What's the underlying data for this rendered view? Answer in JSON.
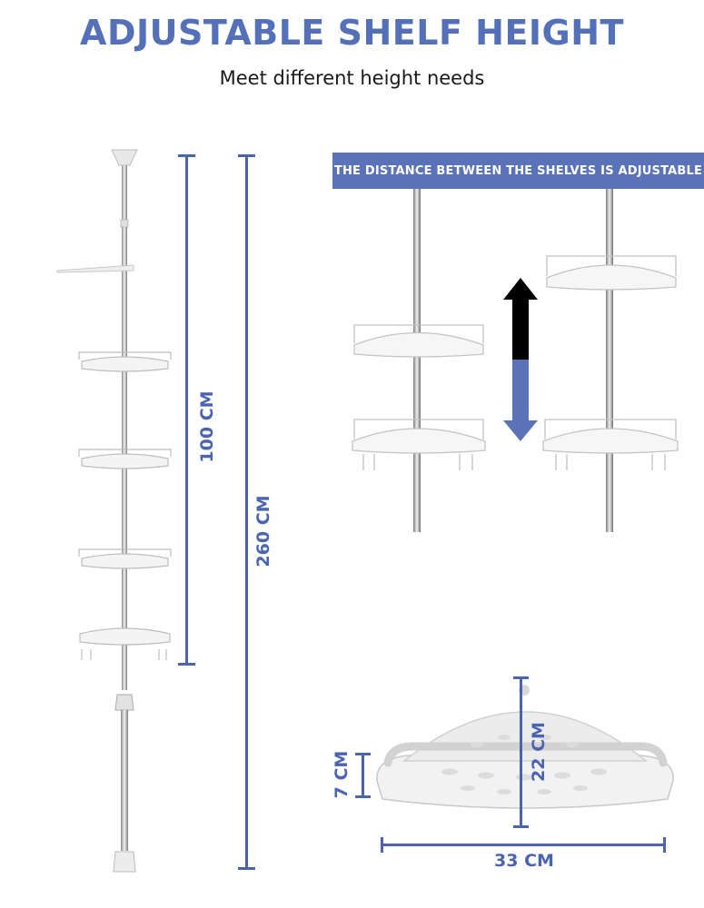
{
  "header": {
    "title": "ADJUSTABLE SHELF HEIGHT",
    "subtitle": "Meet different height needs"
  },
  "banner": {
    "text": "THE DISTANCE BETWEEN THE SHELVES IS ADJUSTABLE"
  },
  "dimensions": {
    "shelf_span": "100 CM",
    "total_height": "260 CM",
    "rail_height": "7 CM",
    "shelf_depth": "22 CM",
    "shelf_width": "33 CM"
  },
  "colors": {
    "accent": "#5470b8",
    "arrow_dark": "#000000",
    "arrow_blue": "#5a72b8"
  }
}
